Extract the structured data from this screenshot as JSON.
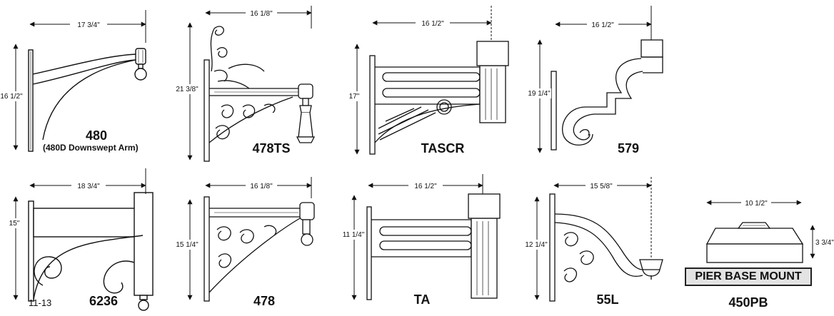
{
  "arms": [
    {
      "model": "480",
      "note": "(480D Downswept Arm)",
      "width": "17 3/4\"",
      "height": "16 1/2\""
    },
    {
      "model": "478TS",
      "width": "16 1/8\"",
      "height": "21 3/8\""
    },
    {
      "model": "TASCR",
      "width": "16 1/2\"",
      "height": "17\""
    },
    {
      "model": "579",
      "width": "16 1/2\"",
      "height": "19 1/4\""
    },
    {
      "model": "6236",
      "width": "18 3/4\"",
      "height": "15\""
    },
    {
      "model": "478",
      "width": "16 1/8\"",
      "height": "15 1/4\""
    },
    {
      "model": "TA",
      "width": "16 1/2\"",
      "height": "11 1/4\""
    },
    {
      "model": "55L",
      "width": "15 5/8\"",
      "height": "12 1/4\""
    },
    {
      "model": "450PB",
      "label": "PIER BASE MOUNT",
      "width": "10 1/2\"",
      "height": "3 3/4\""
    }
  ],
  "revision": "11-13",
  "line_color": "#111111"
}
